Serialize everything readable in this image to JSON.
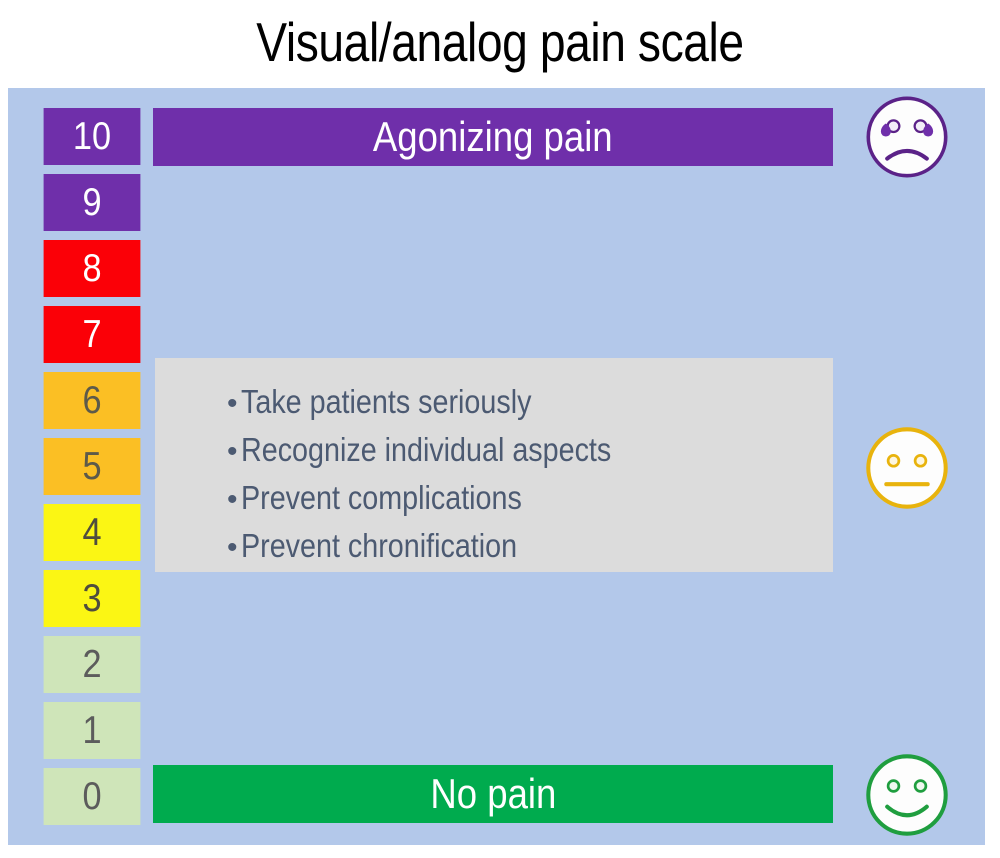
{
  "title": "Visual/analog pain scale",
  "colors": {
    "panel_background": "#b3c8ea",
    "purple": "#6f2faa",
    "red": "#fb0007",
    "orange": "#fbbf24",
    "yellow": "#fbf614",
    "sage": "#cfe5b9",
    "green": "#00ab4e",
    "note_box": "#dcdcdc",
    "note_text": "#4c5a72"
  },
  "scale": {
    "levels": [
      {
        "value": "10",
        "color": "purple"
      },
      {
        "value": "9",
        "color": "purple"
      },
      {
        "value": "8",
        "color": "red"
      },
      {
        "value": "7",
        "color": "red"
      },
      {
        "value": "6",
        "color": "orange"
      },
      {
        "value": "5",
        "color": "orange"
      },
      {
        "value": "4",
        "color": "yellow"
      },
      {
        "value": "3",
        "color": "yellow"
      },
      {
        "value": "2",
        "color": "sage"
      },
      {
        "value": "1",
        "color": "sage"
      },
      {
        "value": "0",
        "color": "sage"
      }
    ]
  },
  "bands": {
    "top_label": "Agonizing pain",
    "bottom_label": "No pain"
  },
  "note_box": {
    "bullet_glyph": "•",
    "items": [
      "Take patients seriously",
      "Recognize individual aspects",
      "Prevent complications",
      "Prevent chronification"
    ]
  },
  "faces": [
    {
      "name": "crying-sad-face-icon",
      "expression": "sad",
      "color": "#5b2288"
    },
    {
      "name": "neutral-face-icon",
      "expression": "neutral",
      "color": "#e8b30d"
    },
    {
      "name": "smiling-happy-face-icon",
      "expression": "happy",
      "color": "#1f9e3f"
    }
  ]
}
